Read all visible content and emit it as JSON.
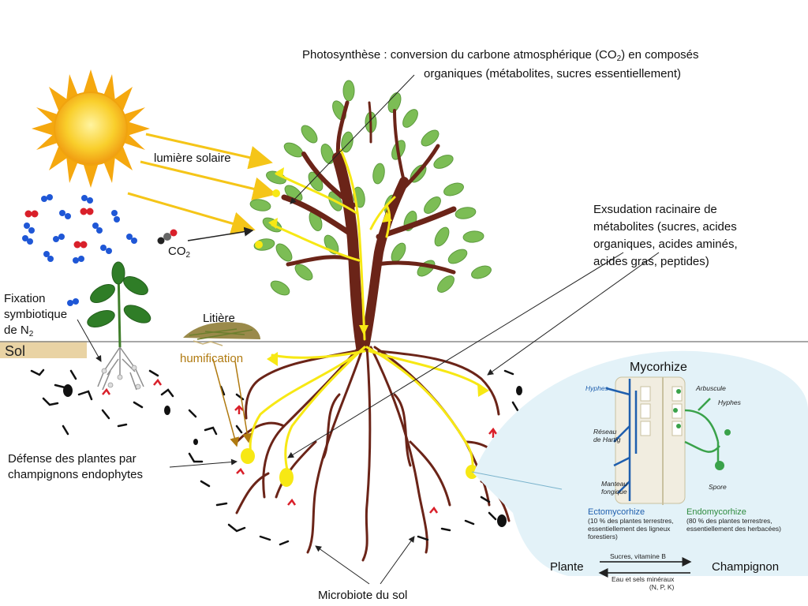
{
  "labels": {
    "photosynthesis_line1": "Photosynthèse :  conversion du carbone atmosphérique (CO",
    "photosynthesis_sub": "2",
    "photosynthesis_line1_end": ") en composés",
    "photosynthesis_line2": "organiques (métabolites, sucres essentiellement)",
    "sunlight": "lumière solaire",
    "co2": "CO",
    "co2_sub": "2",
    "exudation": [
      "Exsudation racinaire de",
      "métabolites (sucres, acides",
      "organiques, acides aminés,",
      "acides gras, peptides)"
    ],
    "fixation_line1": "Fixation",
    "fixation_line2": "symbiotique",
    "fixation_line3": "de N",
    "fixation_sub": "2",
    "litter": "Litière",
    "soil": "Sol",
    "humification": "humification",
    "defense": [
      "Défense des plantes par",
      "champignons endophytes"
    ],
    "microbiota": "Microbiote du sol",
    "mycorrhiza_title": "Mycorhize",
    "ecto_title": "Ectomycorhize",
    "ecto_desc": [
      "(10 % des plantes terrestres,",
      "essentiellement des ligneux",
      "forestiers)"
    ],
    "endo_title": "Endomycorhize",
    "endo_desc": [
      "(80 % des plantes terrestres,",
      "essentiellement des herbacées)"
    ],
    "inset_hyphes_left": "Hyphes",
    "inset_hartig": [
      "Réseau",
      "de Hartig"
    ],
    "inset_manteau": [
      "Manteau",
      "fongique"
    ],
    "inset_arbuscule": "Arbuscule",
    "inset_hyphes_right": "Hyphes",
    "inset_spore": "Spore",
    "plant": "Plante",
    "fungus": "Champignon",
    "exchange_top": "Sucres, vitamine B",
    "exchange_bottom": [
      "Eau et sels minéraux",
      "(N, P, K)"
    ]
  },
  "colors": {
    "sun": "#f6c21b",
    "sun_ray": "#f5a80f",
    "leaf": "#7cbd55",
    "trunk": "#6b2418",
    "sap": "#f7e814",
    "soil_band": "#e9d3a4",
    "mycorrhiza_bg": "#e3f2f8",
    "oxygen": "#d9202a",
    "nitrogen": "#1f57d6"
  }
}
